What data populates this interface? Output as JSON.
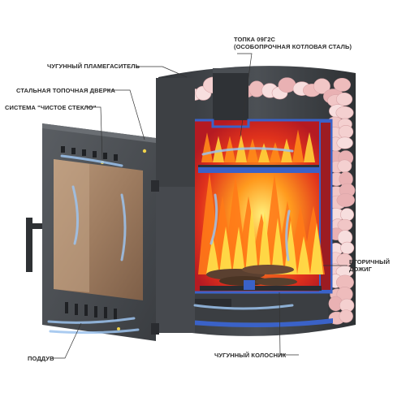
{
  "diagram": {
    "labels": {
      "firebox_line1": "ТОПКА 09Г2С",
      "firebox_line2": "(ОСОБОПРОЧНАЯ КОТЛОВАЯ СТАЛЬ)",
      "flame_divider": "ЧУГУННЫЙ ПЛАМЕГАСИТЕЛЬ",
      "steel_door": "СТАЛЬНАЯ ТОПОЧНАЯ ДВЕРКА",
      "clean_glass": "СИСТЕМА \"ЧИСТОЕ СТЕКЛО\"",
      "secondary_line1": "ВТОРИЧНЫЙ",
      "secondary_line2": "ДОЖИГ",
      "grate": "ЧУГУННЫЙ КОЛОСНИК",
      "blower": "ПОДДУВ"
    },
    "colors": {
      "steel_dark": "#3d4044",
      "steel_mid": "#55595e",
      "firebox_inner": "#c8202a",
      "flame_orange": "#ff8a1a",
      "flame_yellow": "#ffe14a",
      "blue_lining": "#3a62c8",
      "stones": "#f2c9c9",
      "glass": "#a8856a",
      "airflow": "#8fb8e8"
    }
  }
}
